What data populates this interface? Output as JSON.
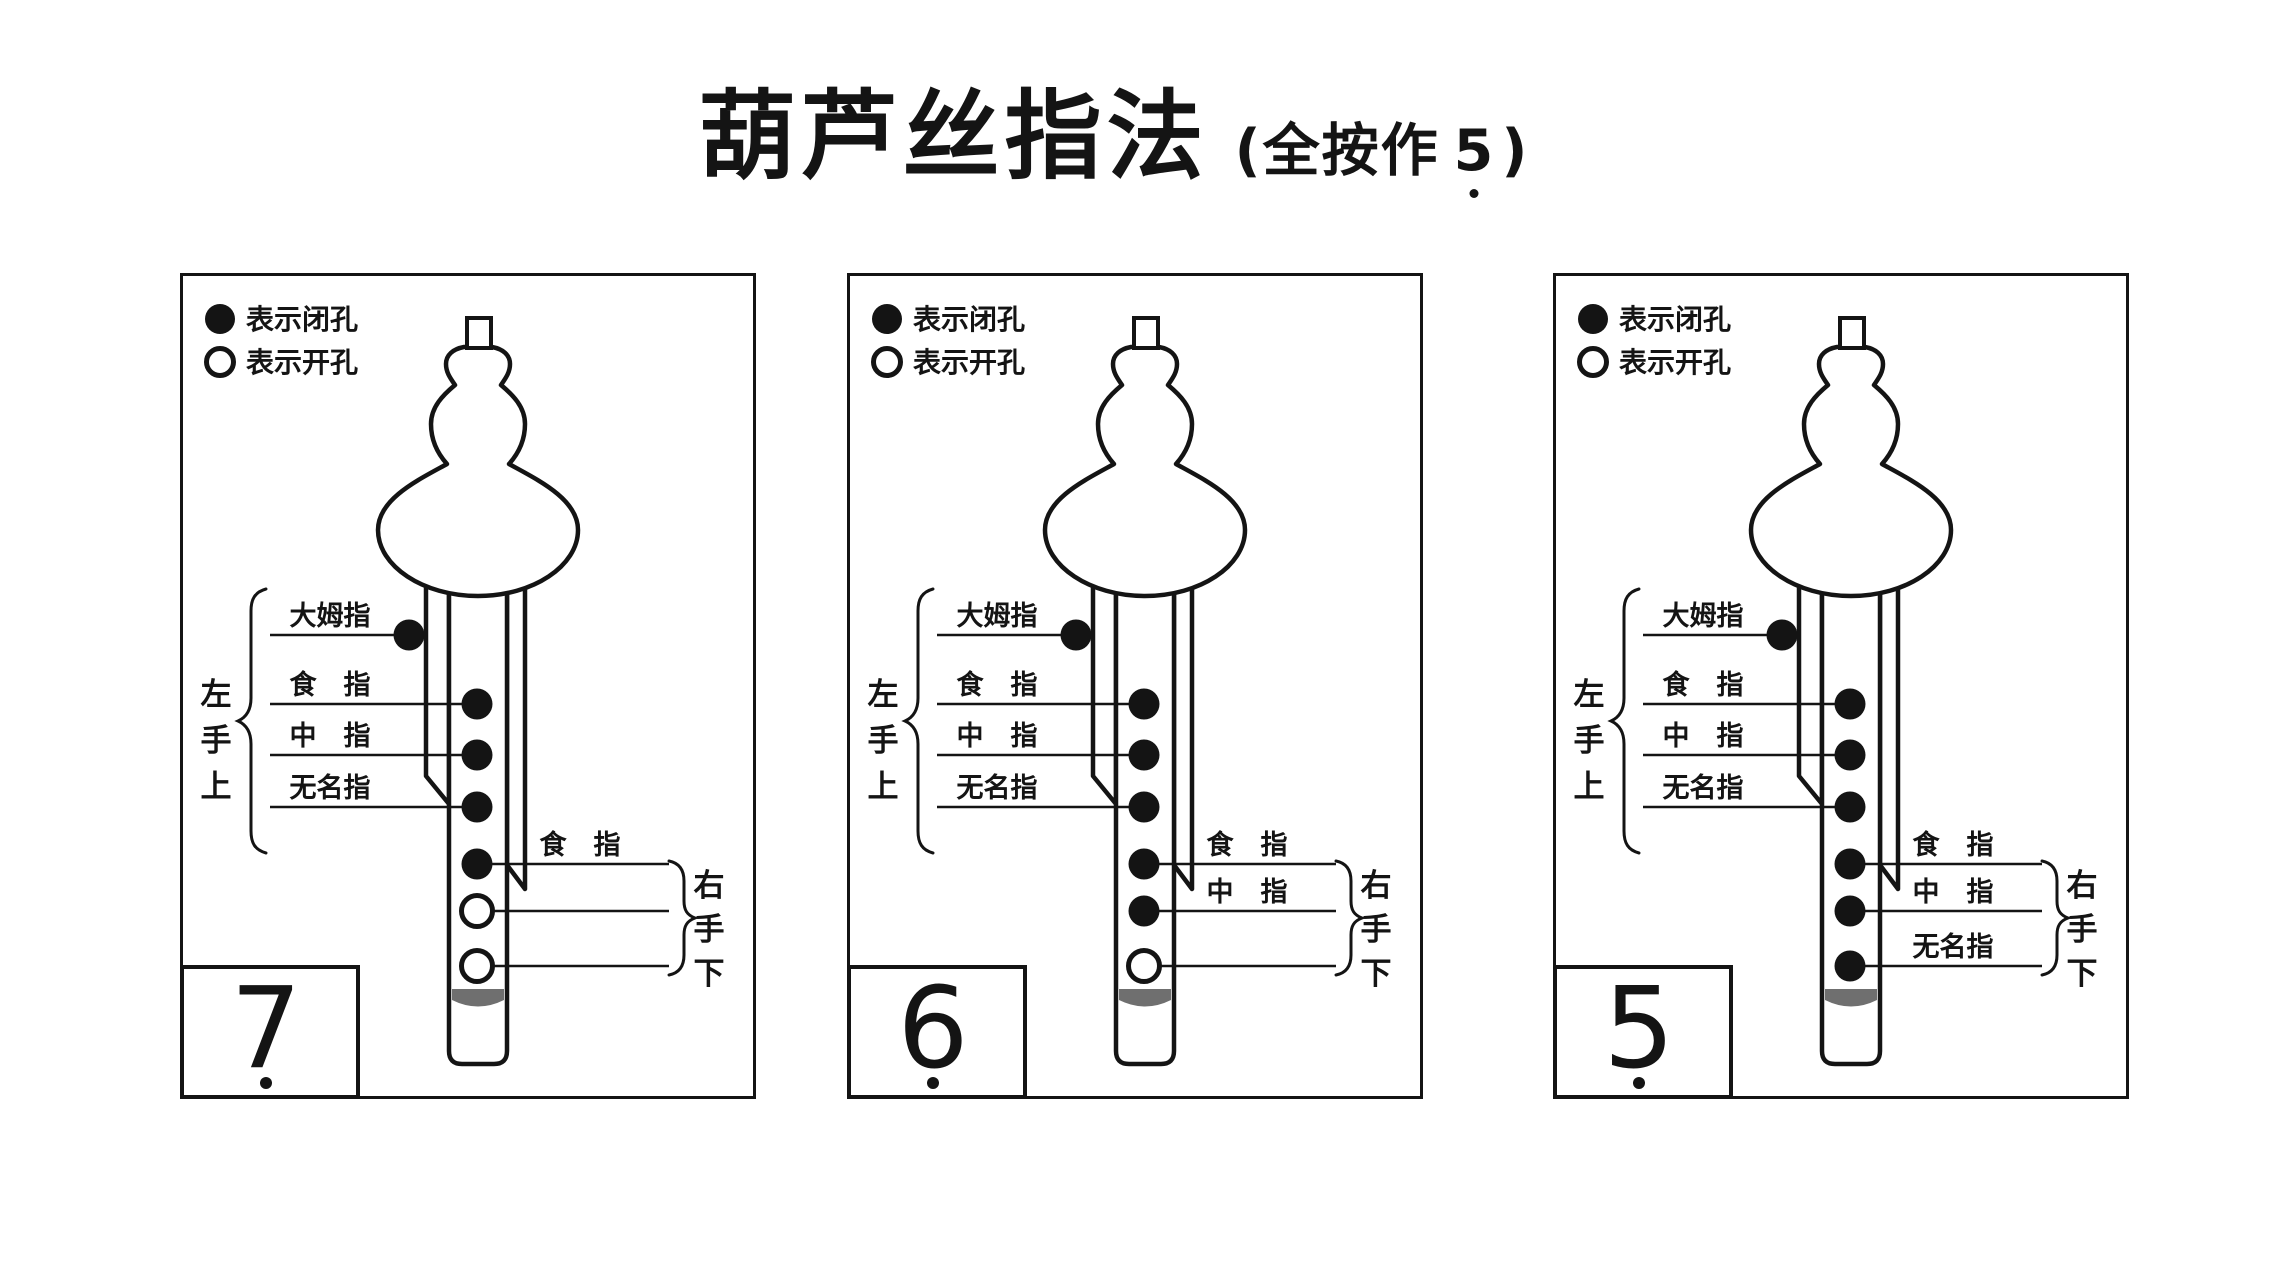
{
  "title": {
    "main": "葫芦丝指法",
    "sub_prefix": "(全按作",
    "sub_note": "5",
    "sub_note_low_octave": true,
    "sub_suffix": ")"
  },
  "legend": {
    "closed_label": "表示闭孔",
    "open_label": "表示开孔"
  },
  "labels": {
    "thumb": "大姆指",
    "index": "食　指",
    "middle": "中　指",
    "ring": "无名指",
    "left_hand": [
      "左",
      "手",
      "上"
    ],
    "right_hand": [
      "右",
      "手",
      "下"
    ]
  },
  "colors": {
    "ink": "#141414",
    "band_gray": "#6f6f6f"
  },
  "panels": [
    {
      "note": {
        "value": "7",
        "low_octave": true
      },
      "right_labels": {
        "index": "食　指",
        "middle": "",
        "ring": ""
      },
      "holes": {
        "thumb": "closed",
        "lh_index": "closed",
        "lh_middle": "closed",
        "lh_ring": "closed",
        "rh_index": "closed",
        "rh_middle": "open",
        "rh_ring": "open"
      }
    },
    {
      "note": {
        "value": "6",
        "low_octave": true
      },
      "right_labels": {
        "index": "食　指",
        "middle": "中　指",
        "ring": ""
      },
      "holes": {
        "thumb": "closed",
        "lh_index": "closed",
        "lh_middle": "closed",
        "lh_ring": "closed",
        "rh_index": "closed",
        "rh_middle": "closed",
        "rh_ring": "open"
      }
    },
    {
      "note": {
        "value": "5",
        "low_octave": true
      },
      "right_labels": {
        "index": "食　指",
        "middle": "中　指",
        "ring": "无名指"
      },
      "holes": {
        "thumb": "closed",
        "lh_index": "closed",
        "lh_middle": "closed",
        "lh_ring": "closed",
        "rh_index": "closed",
        "rh_middle": "closed",
        "rh_ring": "closed"
      }
    }
  ]
}
